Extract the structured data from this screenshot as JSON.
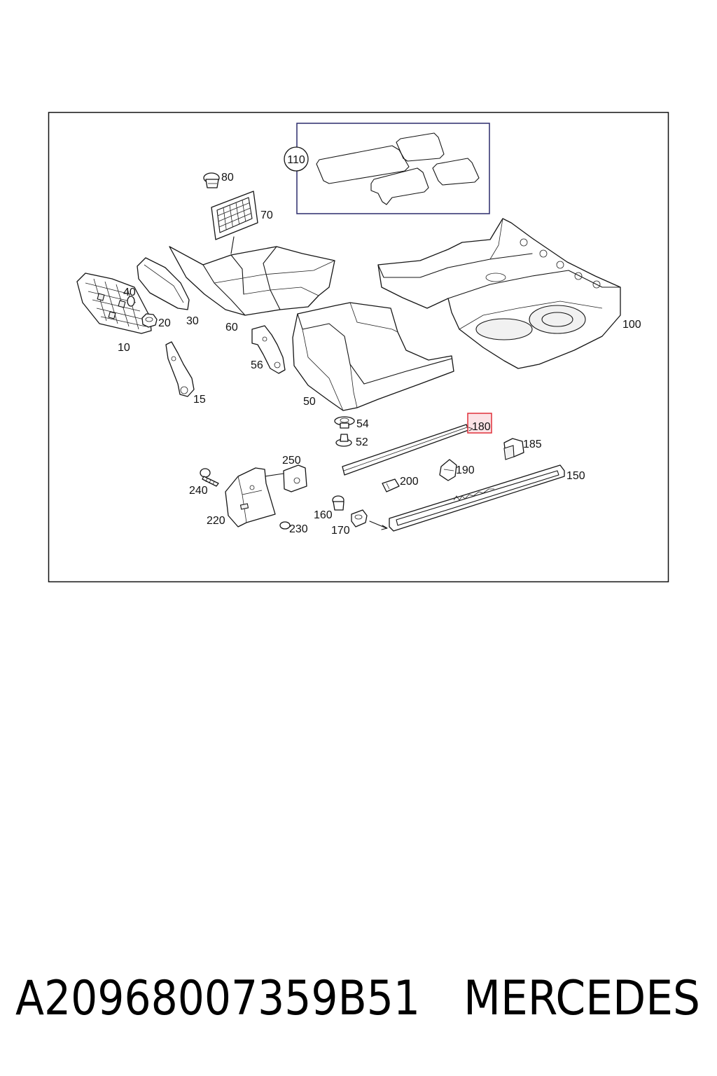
{
  "colors": {
    "line": "#151515",
    "frame": "#111111",
    "inset_frame": "#2b2b6b",
    "highlight_stroke": "#e0303a",
    "highlight_fill": "#fbe3e6"
  },
  "callouts": {
    "p10": "10",
    "p15": "15",
    "p20": "20",
    "p30": "30",
    "p40": "40",
    "p50": "50",
    "p52": "52",
    "p54": "54",
    "p56": "56",
    "p60": "60",
    "p70": "70",
    "p80": "80",
    "p100": "100",
    "p110": "110",
    "p150": "150",
    "p160": "160",
    "p170": "170",
    "p180": "180",
    "p185": "185",
    "p190": "190",
    "p200": "200",
    "p220": "220",
    "p230": "230",
    "p240": "240",
    "p250": "250"
  },
  "selected_callout": "180",
  "footer": {
    "part_number": "A20968007359B51",
    "brand": "MERCEDES"
  }
}
